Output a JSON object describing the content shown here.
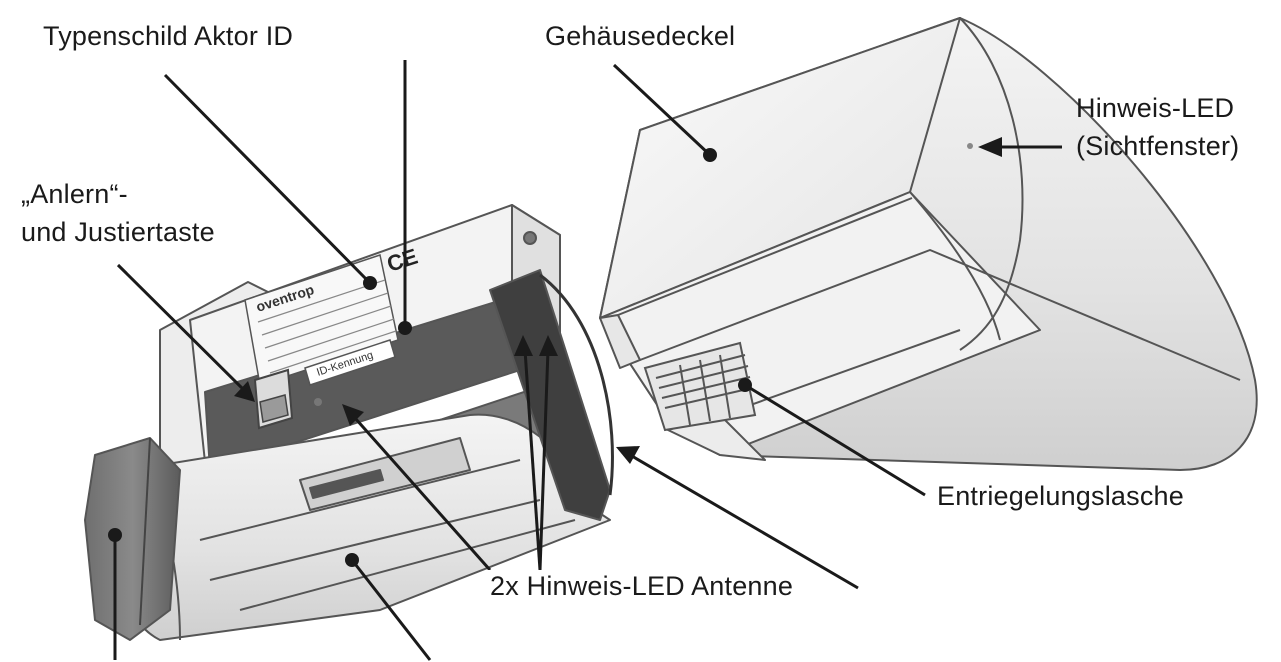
{
  "labels": {
    "typenschild": "Typenschild Aktor ID",
    "gehaeusedeckel": "Gehäusedeckel",
    "hinweis_led_line1": "Hinweis-LED",
    "hinweis_led_line2": "(Sichtfenster)",
    "anlern_line1": "„Anlern“-",
    "anlern_line2": "und Justiertaste",
    "entriegelungslasche": "Entriegelungslasche",
    "led_antenne": "2x Hinweis-LED Antenne"
  },
  "device_label": {
    "brand": "oventrop",
    "id_text": "ID-Kennung"
  },
  "colors": {
    "line": "#1a1a1a",
    "body_light": "#eeeeee",
    "body_mid": "#cfcfcf",
    "body_dark": "#6a6a6a",
    "body_darker": "#4a4a4a",
    "edge": "#555555"
  }
}
